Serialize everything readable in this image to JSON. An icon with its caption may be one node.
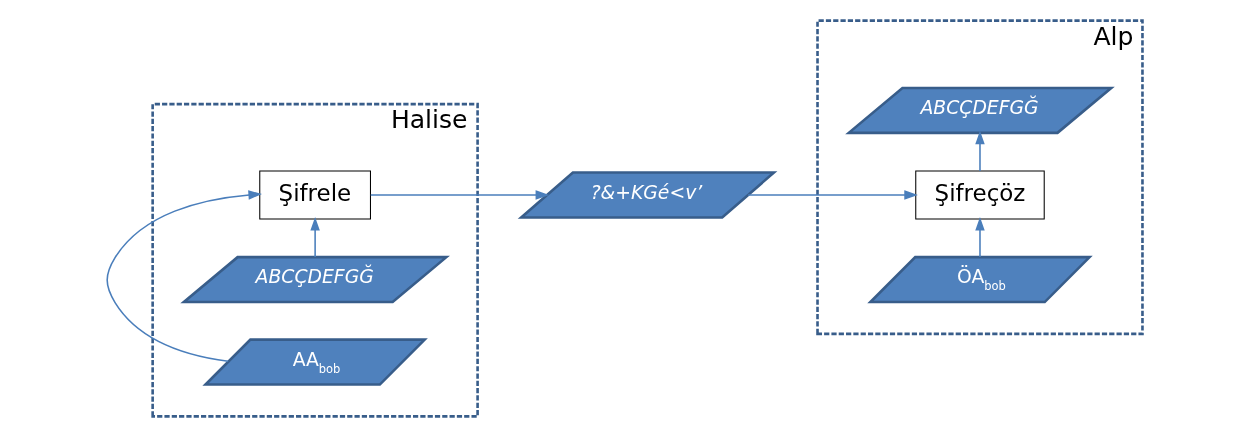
{
  "diagram": {
    "nodes": [
      {
        "text": [
          "Halise"
        ]
      },
      {
        "text": [
          "ABCÇDEFGĞ"
        ],
        "in": 0
      },
      {
        "text": [
          "Şifrele"
        ],
        "in": 0
      },
      {
        "text": [
          "AA$_{bob}$"
        ],
        "in": 0
      },
      {
        "text": [
          "?&+KGé<v’"
        ]
      },
      {
        "text": [
          "Alp"
        ]
      },
      {
        "text": [
          "ABCÇDEFGĞ"
        ],
        "in": 5
      },
      {
        "text": [
          "Şifreçöz"
        ],
        "in": 5
      },
      {
        "text": [
          "ÖA$_{bob}$"
        ],
        "in": 5
      }
    ],
    "edges": [
      {
        "from": 1,
        "to": 2,
        "arrow": "to"
      },
      {
        "from": 3,
        "to": 2,
        "arrow": "to"
      },
      {
        "from": 2,
        "to": 4,
        "arrow": "to"
      },
      {
        "from": 4,
        "to": 7,
        "arrow": "to"
      },
      {
        "from": 8,
        "to": 7,
        "arrow": "to"
      },
      {
        "from": 7,
        "to": 6,
        "arrow": "to"
      }
    ]
  }
}
